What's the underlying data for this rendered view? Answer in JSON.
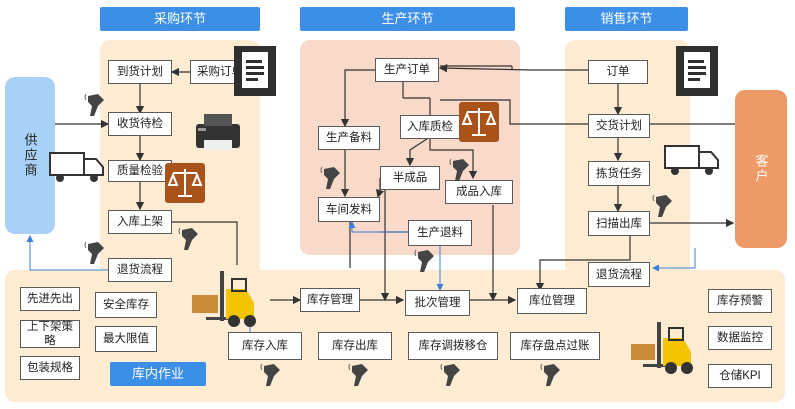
{
  "sections": {
    "purchase": "采购环节",
    "production": "生产环节",
    "sales": "销售环节",
    "warehouse": "库内作业"
  },
  "sides": {
    "supplier": "供应商",
    "customer": "客户"
  },
  "purchase": {
    "delivery_plan": "到货计划",
    "purchase_order": "采购订单",
    "receiving": "收货待检",
    "quality_check": "质量检验",
    "putaway": "入库上架",
    "return_flow": "退货流程"
  },
  "production": {
    "order": "生产订单",
    "inbound_check": "入库质检",
    "material_prep": "生产备料",
    "semi_product": "半成品",
    "finished_inbound": "成品入库",
    "workshop_issue": "车间发料",
    "return_material": "生产退料"
  },
  "sales": {
    "order": "订单",
    "delivery_plan": "交货计划",
    "picking": "拣货任务",
    "scan_out": "扫描出库",
    "return_flow": "退货流程"
  },
  "warehouse": {
    "rules": [
      "先进先出",
      "上下架策略",
      "包装规格",
      "安全库存",
      "最大限值"
    ],
    "inventory_mgmt": "库存管理",
    "batch_mgmt": "批次管理",
    "location_mgmt": "库位管理",
    "stock_in": "库存入库",
    "stock_out": "库存出库",
    "transfer": "库存调拨移仓",
    "stocktake": "库存盘点过账",
    "right_panel": [
      "库存预警",
      "数据监控",
      "仓储KPI"
    ]
  },
  "colors": {
    "header_blue": "#3b8fe6",
    "purchase_bg": "#fdebd2",
    "production_bg": "#f9d9c9",
    "supplier_bg": "#a9d1f7",
    "customer_bg": "#ee9a66",
    "scale_brown": "#a9531a"
  }
}
